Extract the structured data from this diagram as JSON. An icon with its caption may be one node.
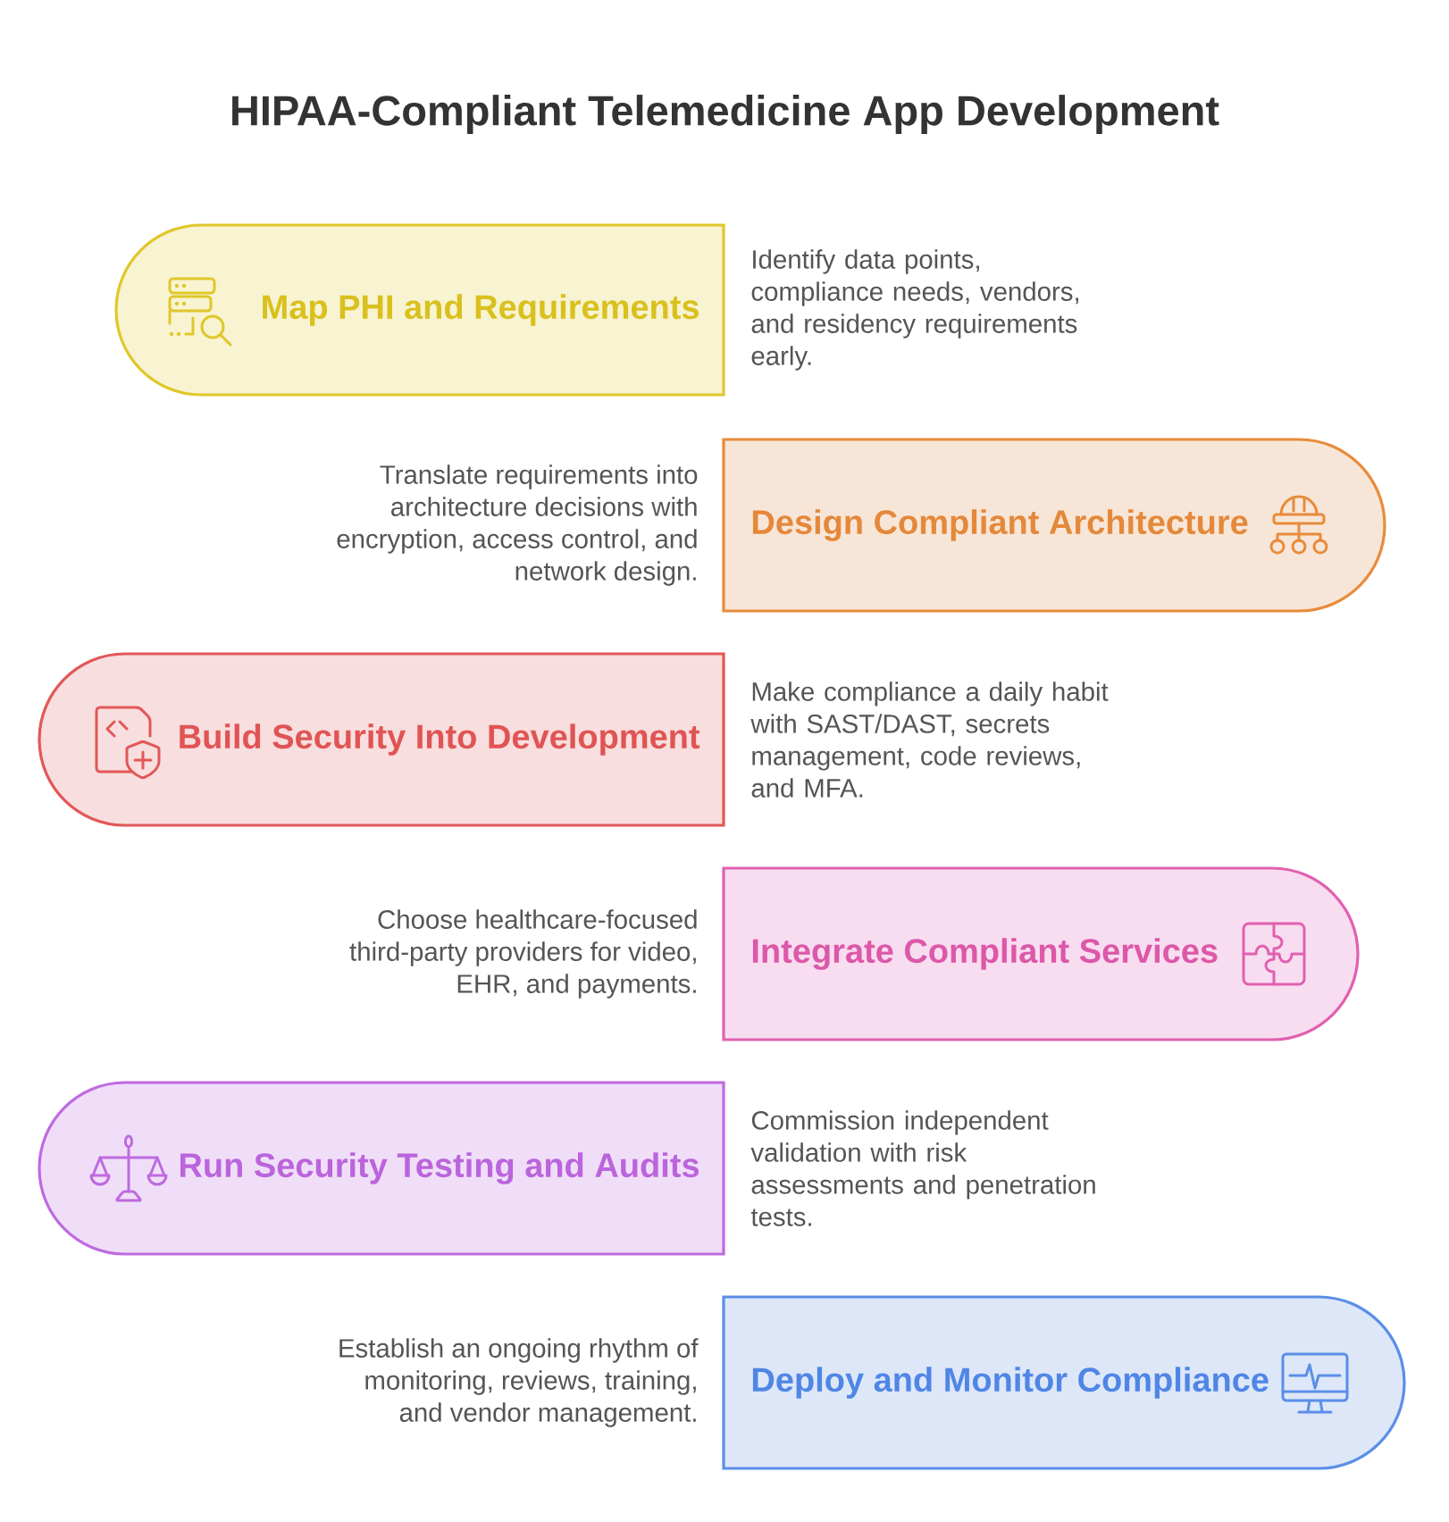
{
  "diagram": {
    "title": "HIPAA-Compliant Telemedicine App Development",
    "nodes": [
      {
        "text": [
          "Map PHI and Requirements"
        ],
        "beside": [
          "Identify data points, compliance needs, vendors, and residency requirements early."
        ]
      },
      {
        "text": [
          "Design Compliant Architecture"
        ],
        "beside": [
          "Translate requirements into architecture decisions with encryption, access control, and network design."
        ]
      },
      {
        "text": [
          "Build Security Into Development"
        ],
        "beside": [
          "Make compliance a daily habit with SAST/DAST, secrets management, code reviews, and MFA."
        ]
      },
      {
        "text": [
          "Integrate Compliant Services"
        ],
        "beside": [
          "Choose healthcare-focused third-party providers for video, EHR, and payments."
        ]
      },
      {
        "text": [
          "Run Security Testing and Audits"
        ],
        "beside": [
          "Commission independent validation with risk assessments and penetration tests."
        ]
      },
      {
        "text": [
          "Deploy and Monitor Compliance"
        ],
        "beside": [
          "Establish an ongoing rhythm of monitoring, reviews, training, and vendor management."
        ]
      }
    ]
  }
}
